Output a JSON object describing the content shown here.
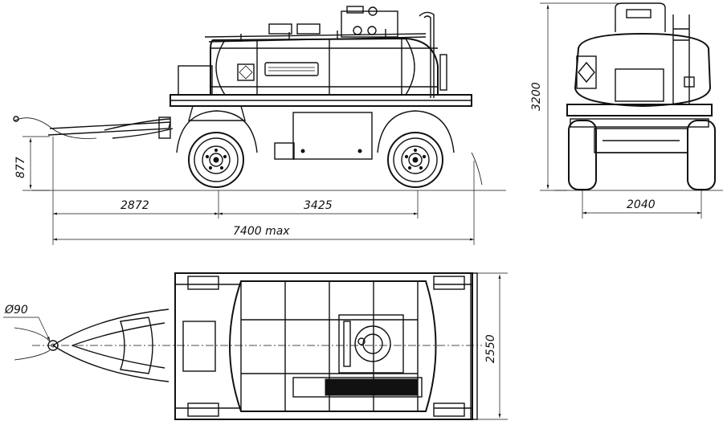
{
  "dimensions": {
    "tongue_to_axle": "2872",
    "wheelbase": "3425",
    "overall_length": "7400 max",
    "coupling_height": "877",
    "overall_height": "3200",
    "track_width": "2040",
    "overall_width": "2550",
    "eye_diameter": "Ø90"
  }
}
